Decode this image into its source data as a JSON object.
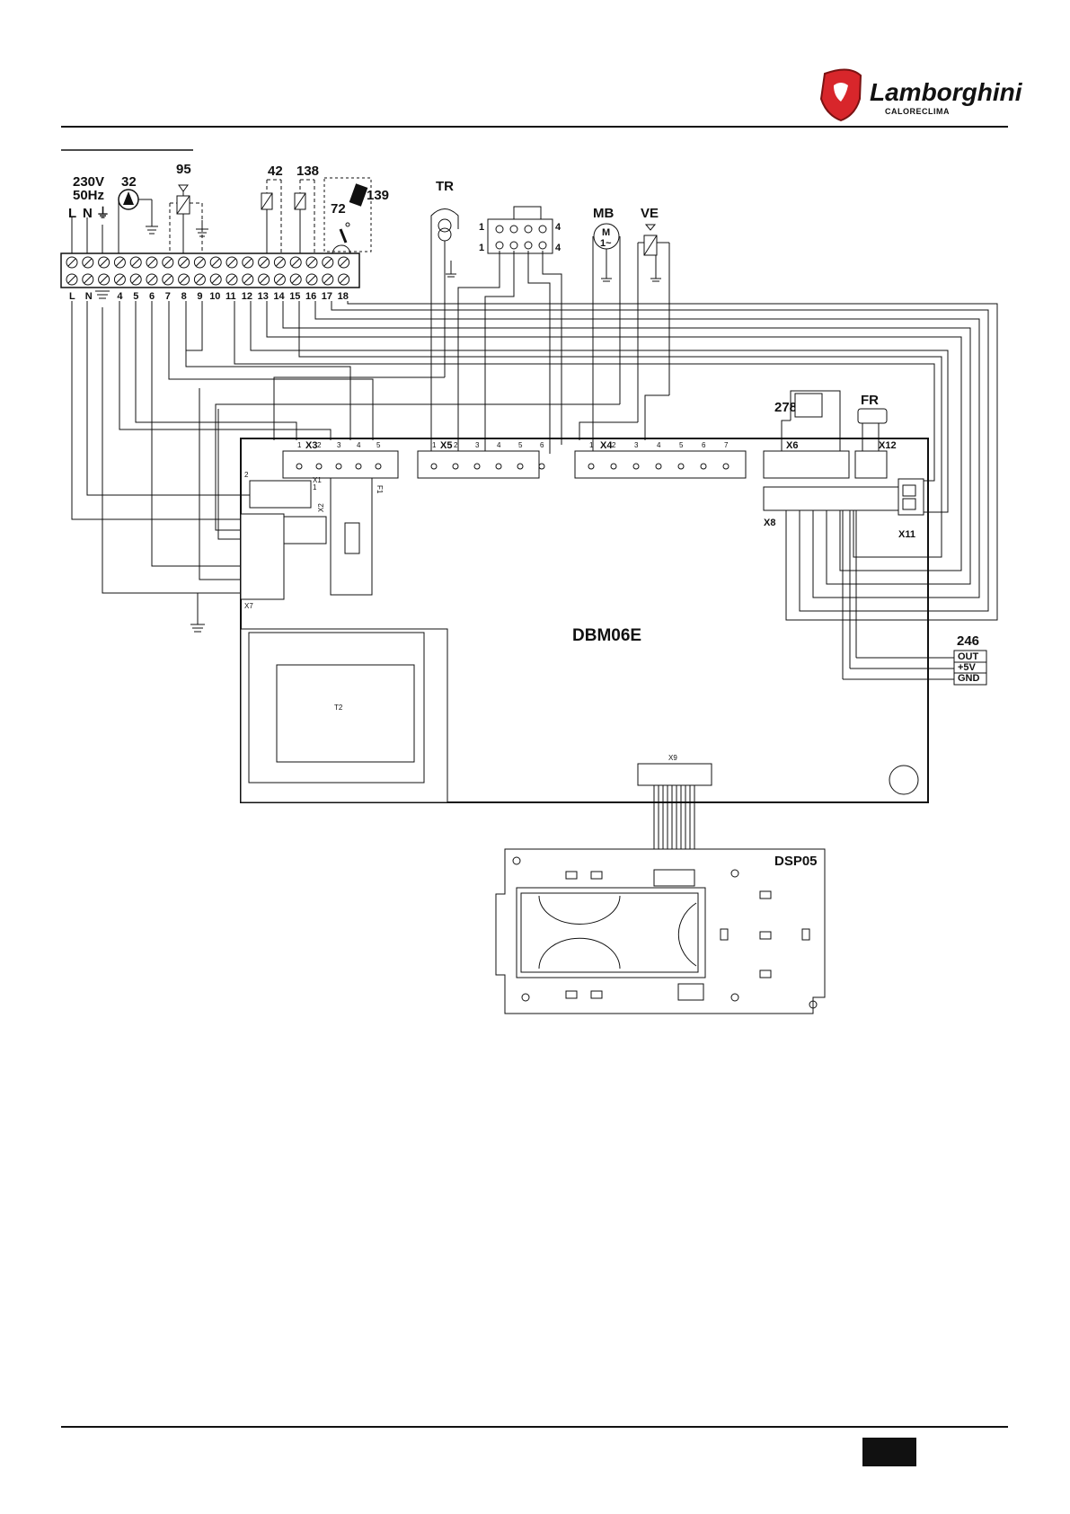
{
  "header": {
    "brand": "Lamborghini",
    "sub_brand": "CALORECLIMA",
    "logo_icon": "bull-shield-logo-icon",
    "logo_color": "#d8262b"
  },
  "supply": {
    "voltage": "230V",
    "frequency": "50Hz"
  },
  "terminal_top": [
    "L",
    "N",
    "⏚",
    "32",
    "95",
    "42",
    "138",
    "72",
    "139"
  ],
  "terminals": [
    "L",
    "N",
    "",
    "4",
    "5",
    "6",
    "7",
    "8",
    "9",
    "10",
    "11",
    "12",
    "13",
    "14",
    "15",
    "16",
    "17",
    "18"
  ],
  "components": {
    "pump": "32",
    "valve": "95",
    "sensor_a": "42",
    "sensor_b": "138",
    "thermostat": "72",
    "external_probe": "139",
    "transformer": "TR",
    "fan_motor": "MB",
    "gas_valve": "VE",
    "motor_symbol": "M",
    "motor_phase": "1~",
    "pressure": "278",
    "flow": "FR",
    "transducer": "246"
  },
  "header_connector": {
    "pin_a": "1",
    "pin_b": "4"
  },
  "board": {
    "name": "DBM06E",
    "display": "DSP05",
    "transformer": "T2",
    "fuse": "F1"
  },
  "connectors": {
    "x3": {
      "name": "X3",
      "pins": [
        "1",
        "2",
        "3",
        "4",
        "5"
      ]
    },
    "x5": {
      "name": "X5",
      "pins": [
        "1",
        "2",
        "3",
        "4",
        "5",
        "6"
      ]
    },
    "x4": {
      "name": "X4",
      "pins": [
        "1",
        "2",
        "3",
        "4",
        "5",
        "6",
        "7"
      ]
    },
    "x6": "X6",
    "x12": "X12",
    "x8": "X8",
    "x11": "X11",
    "x1": "X1",
    "x2": "X2",
    "x7": "X7",
    "x9": "X9",
    "x1_pins": [
      "2",
      "1"
    ]
  },
  "transducer_pins": [
    "OUT",
    "+5V",
    "GND"
  ],
  "footer": {
    "page_tab_color": "#111111"
  }
}
